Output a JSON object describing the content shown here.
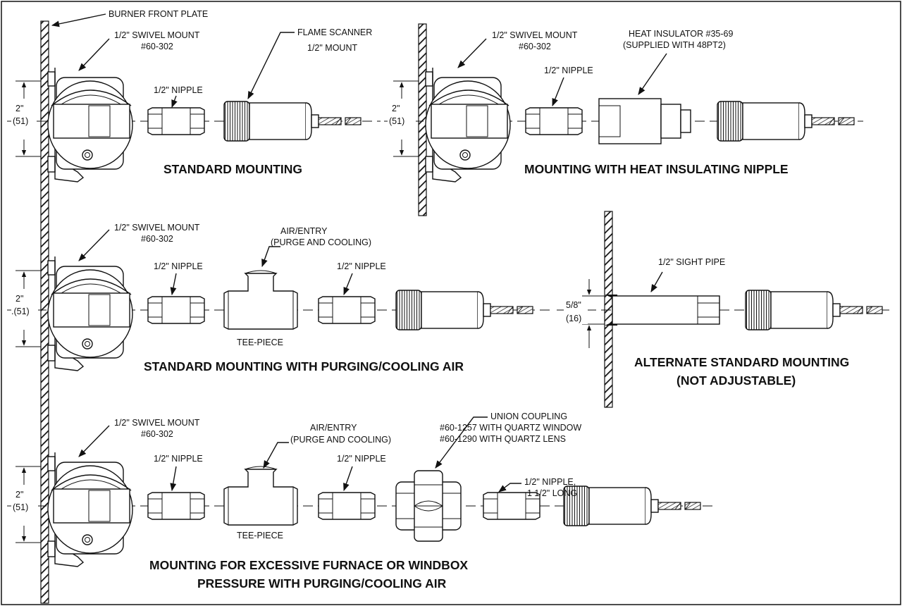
{
  "labels": {
    "burner_front_plate": "BURNER FRONT PLATE",
    "swivel_mount": "1/2\" SWIVEL MOUNT",
    "swivel_part": "#60-302",
    "flame_scanner": "FLAME SCANNER",
    "flame_scanner_mount": "1/2\"  MOUNT",
    "nipple": "1/2\" NIPPLE",
    "heat_insulator_1": "HEAT INSULATOR #35-69",
    "heat_insulator_2": "(SUPPLIED WITH 48PT2)",
    "air_entry": "AIR/ENTRY",
    "purge_cooling": "(PURGE AND COOLING)",
    "tee_piece": "TEE-PIECE",
    "sight_pipe": "1/2\" SIGHT PIPE",
    "union_1": "UNION COUPLING",
    "union_2": "#60-1257 WITH QUARTZ WINDOW",
    "union_3": "#60-1290 WITH QUARTZ LENS",
    "nipple_long_1": "1/2\" NIPPLE,",
    "nipple_long_2": "1 1/2\" LONG",
    "dim_2in": "2\"",
    "dim_51": "(51)",
    "dim_51_alt": ".(51)",
    "dim_58": "5/8\"",
    "dim_16": "(16)"
  },
  "titles": {
    "standard": "STANDARD MOUNTING",
    "heat": "MOUNTING WITH HEAT INSULATING NIPPLE",
    "purging": "STANDARD MOUNTING WITH PURGING/COOLING AIR",
    "alternate_1": "ALTERNATE STANDARD MOUNTING",
    "alternate_2": "(NOT ADJUSTABLE)",
    "excessive_1": "MOUNTING FOR EXCESSIVE FURNACE OR WINDBOX",
    "excessive_2": "PRESSURE WITH PURGING/COOLING AIR"
  }
}
